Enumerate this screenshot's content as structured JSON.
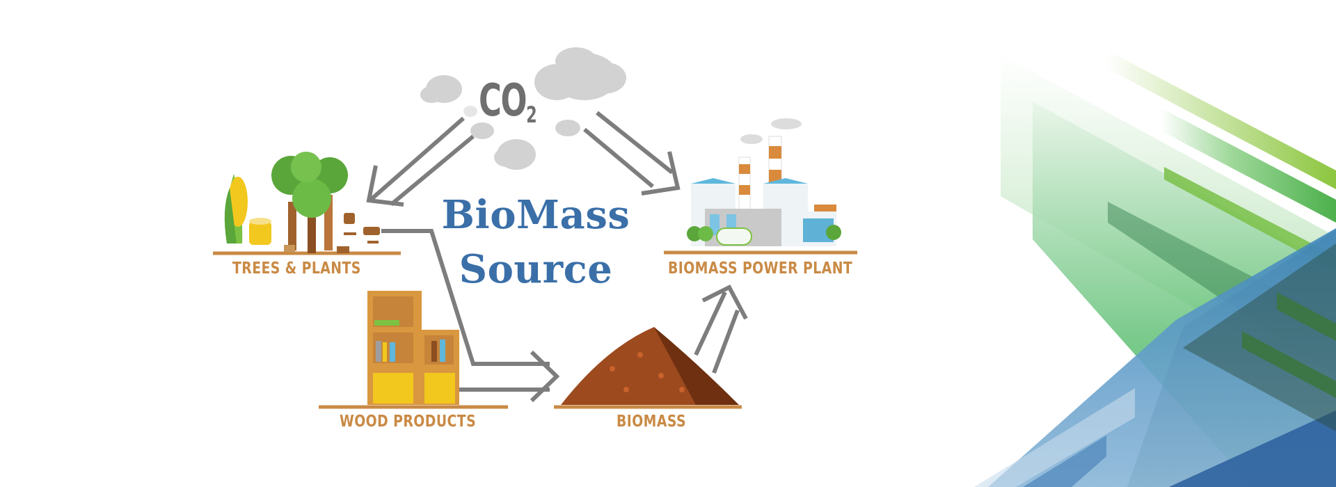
{
  "title": {
    "line1": "BioMass",
    "line2": "Source",
    "color": "#3a6fa8"
  },
  "co2": {
    "formula": "CO",
    "subscript": "2"
  },
  "nodes": [
    {
      "id": "trees",
      "label": "TREES & PLANTS",
      "icon": "trees-corn-icon"
    },
    {
      "id": "power",
      "label": "BIOMASS POWER PLANT",
      "icon": "power-plant-icon"
    },
    {
      "id": "wood",
      "label": "WOOD PRODUCTS",
      "icon": "bookshelf-icon"
    },
    {
      "id": "biomass",
      "label": "BIOMASS",
      "icon": "biomass-pile-icon"
    }
  ],
  "flows": [
    {
      "from": "co2",
      "to": "trees"
    },
    {
      "from": "co2",
      "to": "power"
    },
    {
      "from": "trees",
      "to": "biomass"
    },
    {
      "from": "wood",
      "to": "biomass"
    },
    {
      "from": "biomass",
      "to": "power"
    }
  ],
  "colors": {
    "label": "#c98a45",
    "arrow": "#7d7d7d",
    "cloud": "#d2d2d2",
    "green_accent": "#22b14c",
    "blue_accent": "#2c5f9e"
  }
}
